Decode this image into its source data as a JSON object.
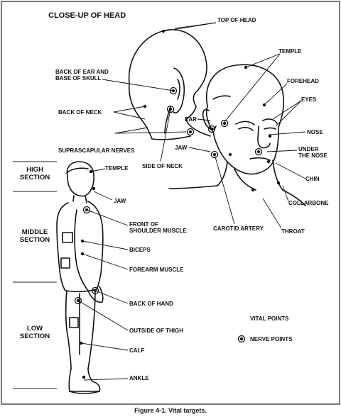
{
  "title": "CLOSE-UP OF HEAD",
  "caption": "Figure 4-1.  Vital targets.",
  "sections": {
    "high": [
      "HIGH",
      "SECTION"
    ],
    "middle": [
      "MIDDLE",
      "SECTION"
    ],
    "low": [
      "LOW",
      "SECTION"
    ]
  },
  "head_labels": {
    "top_of_head": "TOP OF HEAD",
    "temple": "TEMPLE",
    "back_of_ear": [
      "BACK OF EAR AND",
      "BASE OF SKULL"
    ],
    "forehead": "FOREHEAD",
    "eyes": "EYES",
    "back_of_neck": "BACK OF NECK",
    "ear": "EAR",
    "nose": "NOSE",
    "jaw": "JAW",
    "under_the_nose": [
      "UNDER",
      "THE NOSE"
    ],
    "suprascapular": "SUPRASCAPULAR NERVES",
    "side_of_neck": "SIDE OF NECK",
    "chin": "CHIN",
    "collarbone": "COLLARBONE",
    "carotid": "CAROTID ARTERY",
    "throat": "THROAT"
  },
  "body_labels": {
    "temple": "TEMPLE",
    "jaw": "JAW",
    "front_shoulder": [
      "FRONT OF",
      "SHOULDER MUSCLE"
    ],
    "biceps": "BICEPS",
    "forearm": "FOREARM MUSCLE",
    "back_of_hand": "BACK OF HAND",
    "outside_thigh": "OUTSIDE OF THIGH",
    "calf": "CALF",
    "ankle": "ANKLE"
  },
  "legend": {
    "vital": "VITAL POINTS",
    "nerve": "NERVE POINTS"
  }
}
